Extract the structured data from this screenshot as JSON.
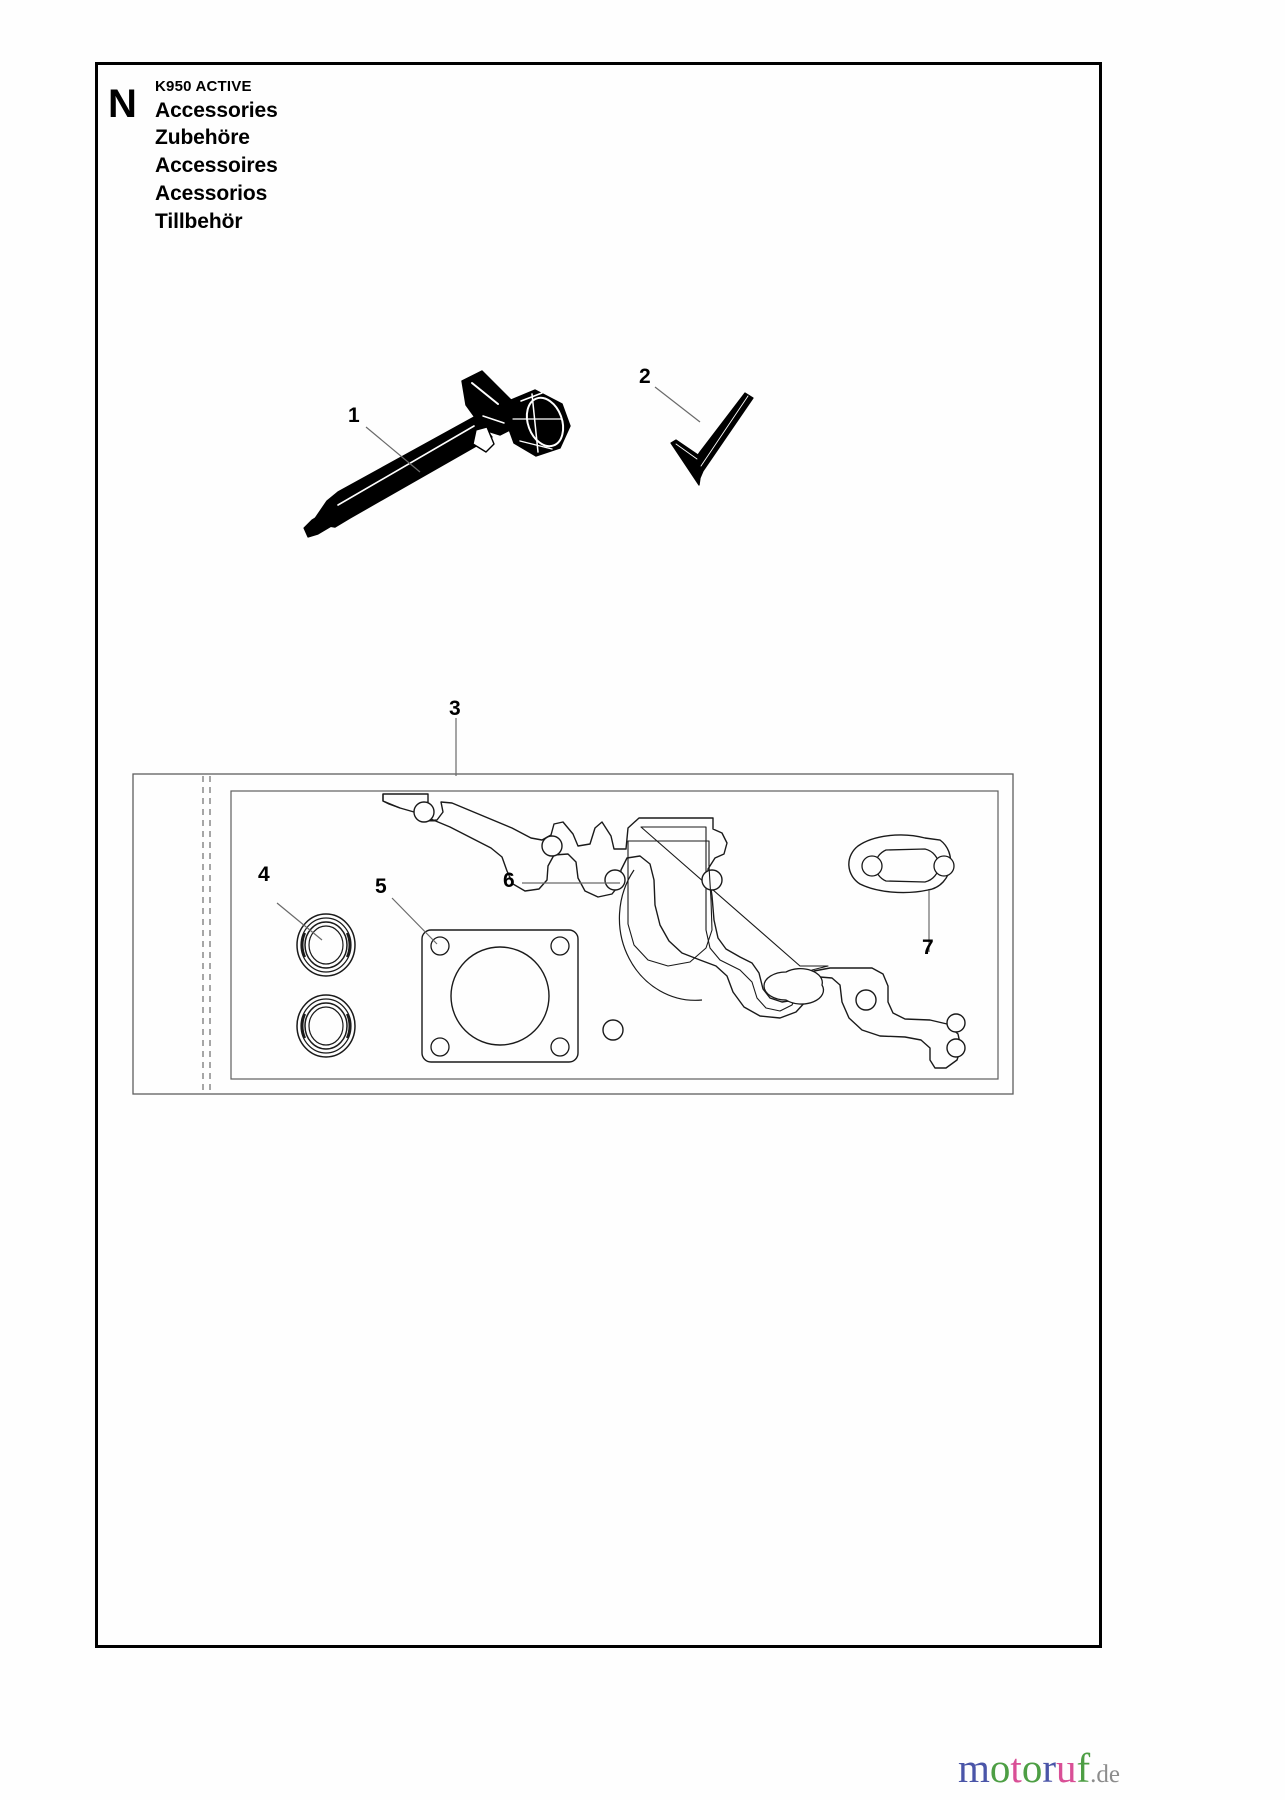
{
  "page": {
    "section_letter": "N",
    "model": "K950 ACTIVE",
    "titles": [
      "Accessories",
      "Zubehöre",
      "Accessoires",
      "Acessorios",
      "Tillbehör"
    ]
  },
  "callouts": [
    {
      "id": "1",
      "label": "1",
      "part": "combination-wrench"
    },
    {
      "id": "2",
      "label": "2",
      "part": "hex-key"
    },
    {
      "id": "3",
      "label": "3",
      "part": "gasket-kit-package"
    },
    {
      "id": "4",
      "label": "4",
      "part": "crankshaft-seal-rings"
    },
    {
      "id": "5",
      "label": "5",
      "part": "cylinder-base-gasket"
    },
    {
      "id": "6",
      "label": "6",
      "part": "crankcase-gasket"
    },
    {
      "id": "7",
      "label": "7",
      "part": "carburetor-gasket"
    }
  ],
  "footer": {
    "logo_letters": [
      "m",
      "o",
      "t",
      "o",
      "r",
      "u",
      "f"
    ],
    "logo_suffix": ".de"
  },
  "colors": {
    "ink": "#000000",
    "leader_line": "#5a5a5a",
    "outline": "#1a1a1a",
    "page_background": "#fefefe",
    "logo_blue": "#4a55a8",
    "logo_green": "#4d9e44",
    "logo_pink": "#d94f96",
    "logo_gray": "#8c8c8c"
  }
}
